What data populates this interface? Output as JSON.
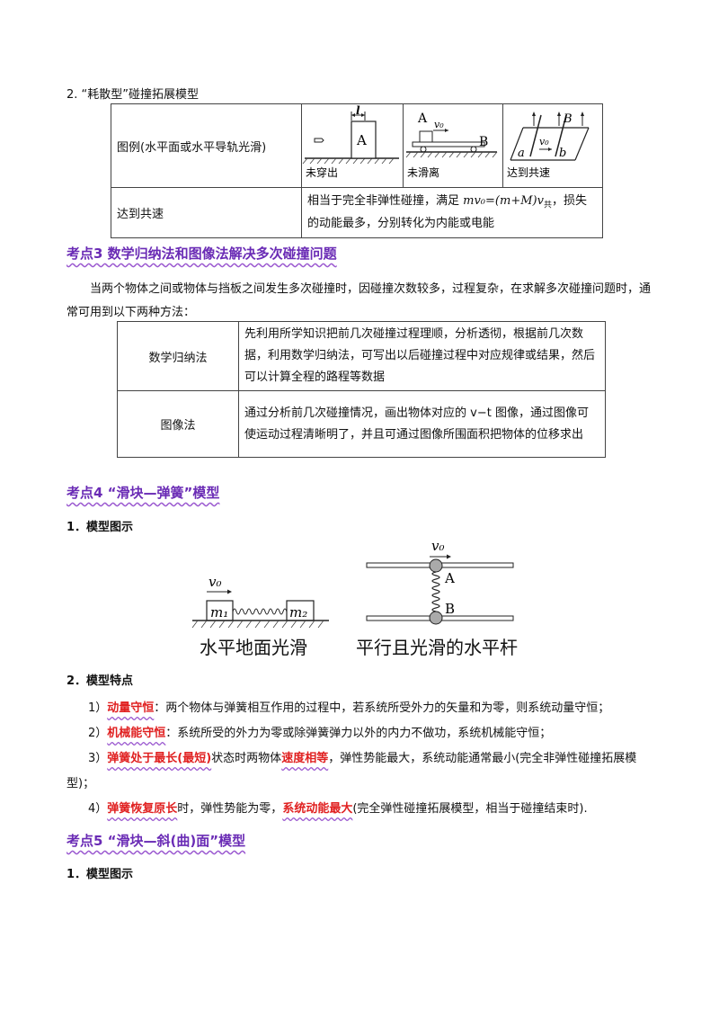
{
  "section2": {
    "title": "2. “耗散型”碰撞拓展模型",
    "row1_label": "图例(水平面或水平导轨光滑)",
    "row2_label": "达到共速",
    "row2_text_a": "相当于完全非弹性碰撞，满足 ",
    "row2_formula": "mv₀=(m+M)v",
    "row2_sub": "共",
    "row2_text_b": "，损失的动能最多，分别转化为内能或电能",
    "fig1": {
      "label_l": "l",
      "label_block": "A",
      "caption": "未穿出"
    },
    "fig2": {
      "label_a": "A",
      "label_v": "v₀",
      "label_b": "B",
      "caption": "未滑离"
    },
    "fig3": {
      "label_b_top": "B",
      "label_a": "a",
      "label_v": "v₀",
      "label_b": "b",
      "caption": "达到共速"
    }
  },
  "kd3": {
    "heading": "考点3  数学归纳法和图像法解决多次碰撞问题",
    "intro": "当两个物体之间或物体与挡板之间发生多次碰撞时，因碰撞次数较多，过程复杂，在求解多次碰撞问题时，通常可用到以下两种方法：",
    "rows": [
      {
        "method": "数学归纳法",
        "desc": "先利用所学知识把前几次碰撞过程理顺，分析透彻，根据前几次数据，利用数学归纳法，可写出以后碰撞过程中对应规律或结果，然后可以计算全程的路程等数据"
      },
      {
        "method": "图像法",
        "desc": "通过分析前几次碰撞情况，画出物体对应的 v−t 图像，通过图像可使运动过程清晰明了，并且可通过图像所围面积把物体的位移求出"
      }
    ]
  },
  "kd4": {
    "heading": "考点4 “滑块—弹簧”模型",
    "sub1": "1．模型图示",
    "figL": {
      "v": "v₀",
      "m1": "m₁",
      "m2": "m₂",
      "caption": "水平地面光滑"
    },
    "figR": {
      "v": "v₀",
      "a": "A",
      "b": "B",
      "caption": "平行且光滑的水平杆"
    },
    "sub2": "2．模型特点",
    "points": [
      {
        "num": "1）",
        "hl": "动量守恒",
        "rest": "：两个物体与弹簧相互作用的过程中，若系统所受外力的矢量和为零，则系统动量守恒；"
      },
      {
        "num": "2）",
        "hl": "机械能守恒",
        "rest": "：系统所受的外力为零或除弹簧弹力以外的内力不做功，系统机械能守恒；"
      },
      {
        "num": "3）",
        "hl": "弹簧处于最长(最短)",
        "mid": "状态时两物体",
        "hl2": "速度相等",
        "rest": "，弹性势能最大，系统动能通常最小(完全非弹性碰撞拓展模型)；"
      },
      {
        "num": "4）",
        "hl": "弹簧恢复原长",
        "mid": "时，弹性势能为零，",
        "hl2": "系统动能最大",
        "rest": "(完全弹性碰撞拓展模型，相当于碰撞结束时)."
      }
    ]
  },
  "kd5": {
    "heading": "考点5 “滑块—斜(曲)面”模型",
    "sub1": "1．模型图示"
  }
}
